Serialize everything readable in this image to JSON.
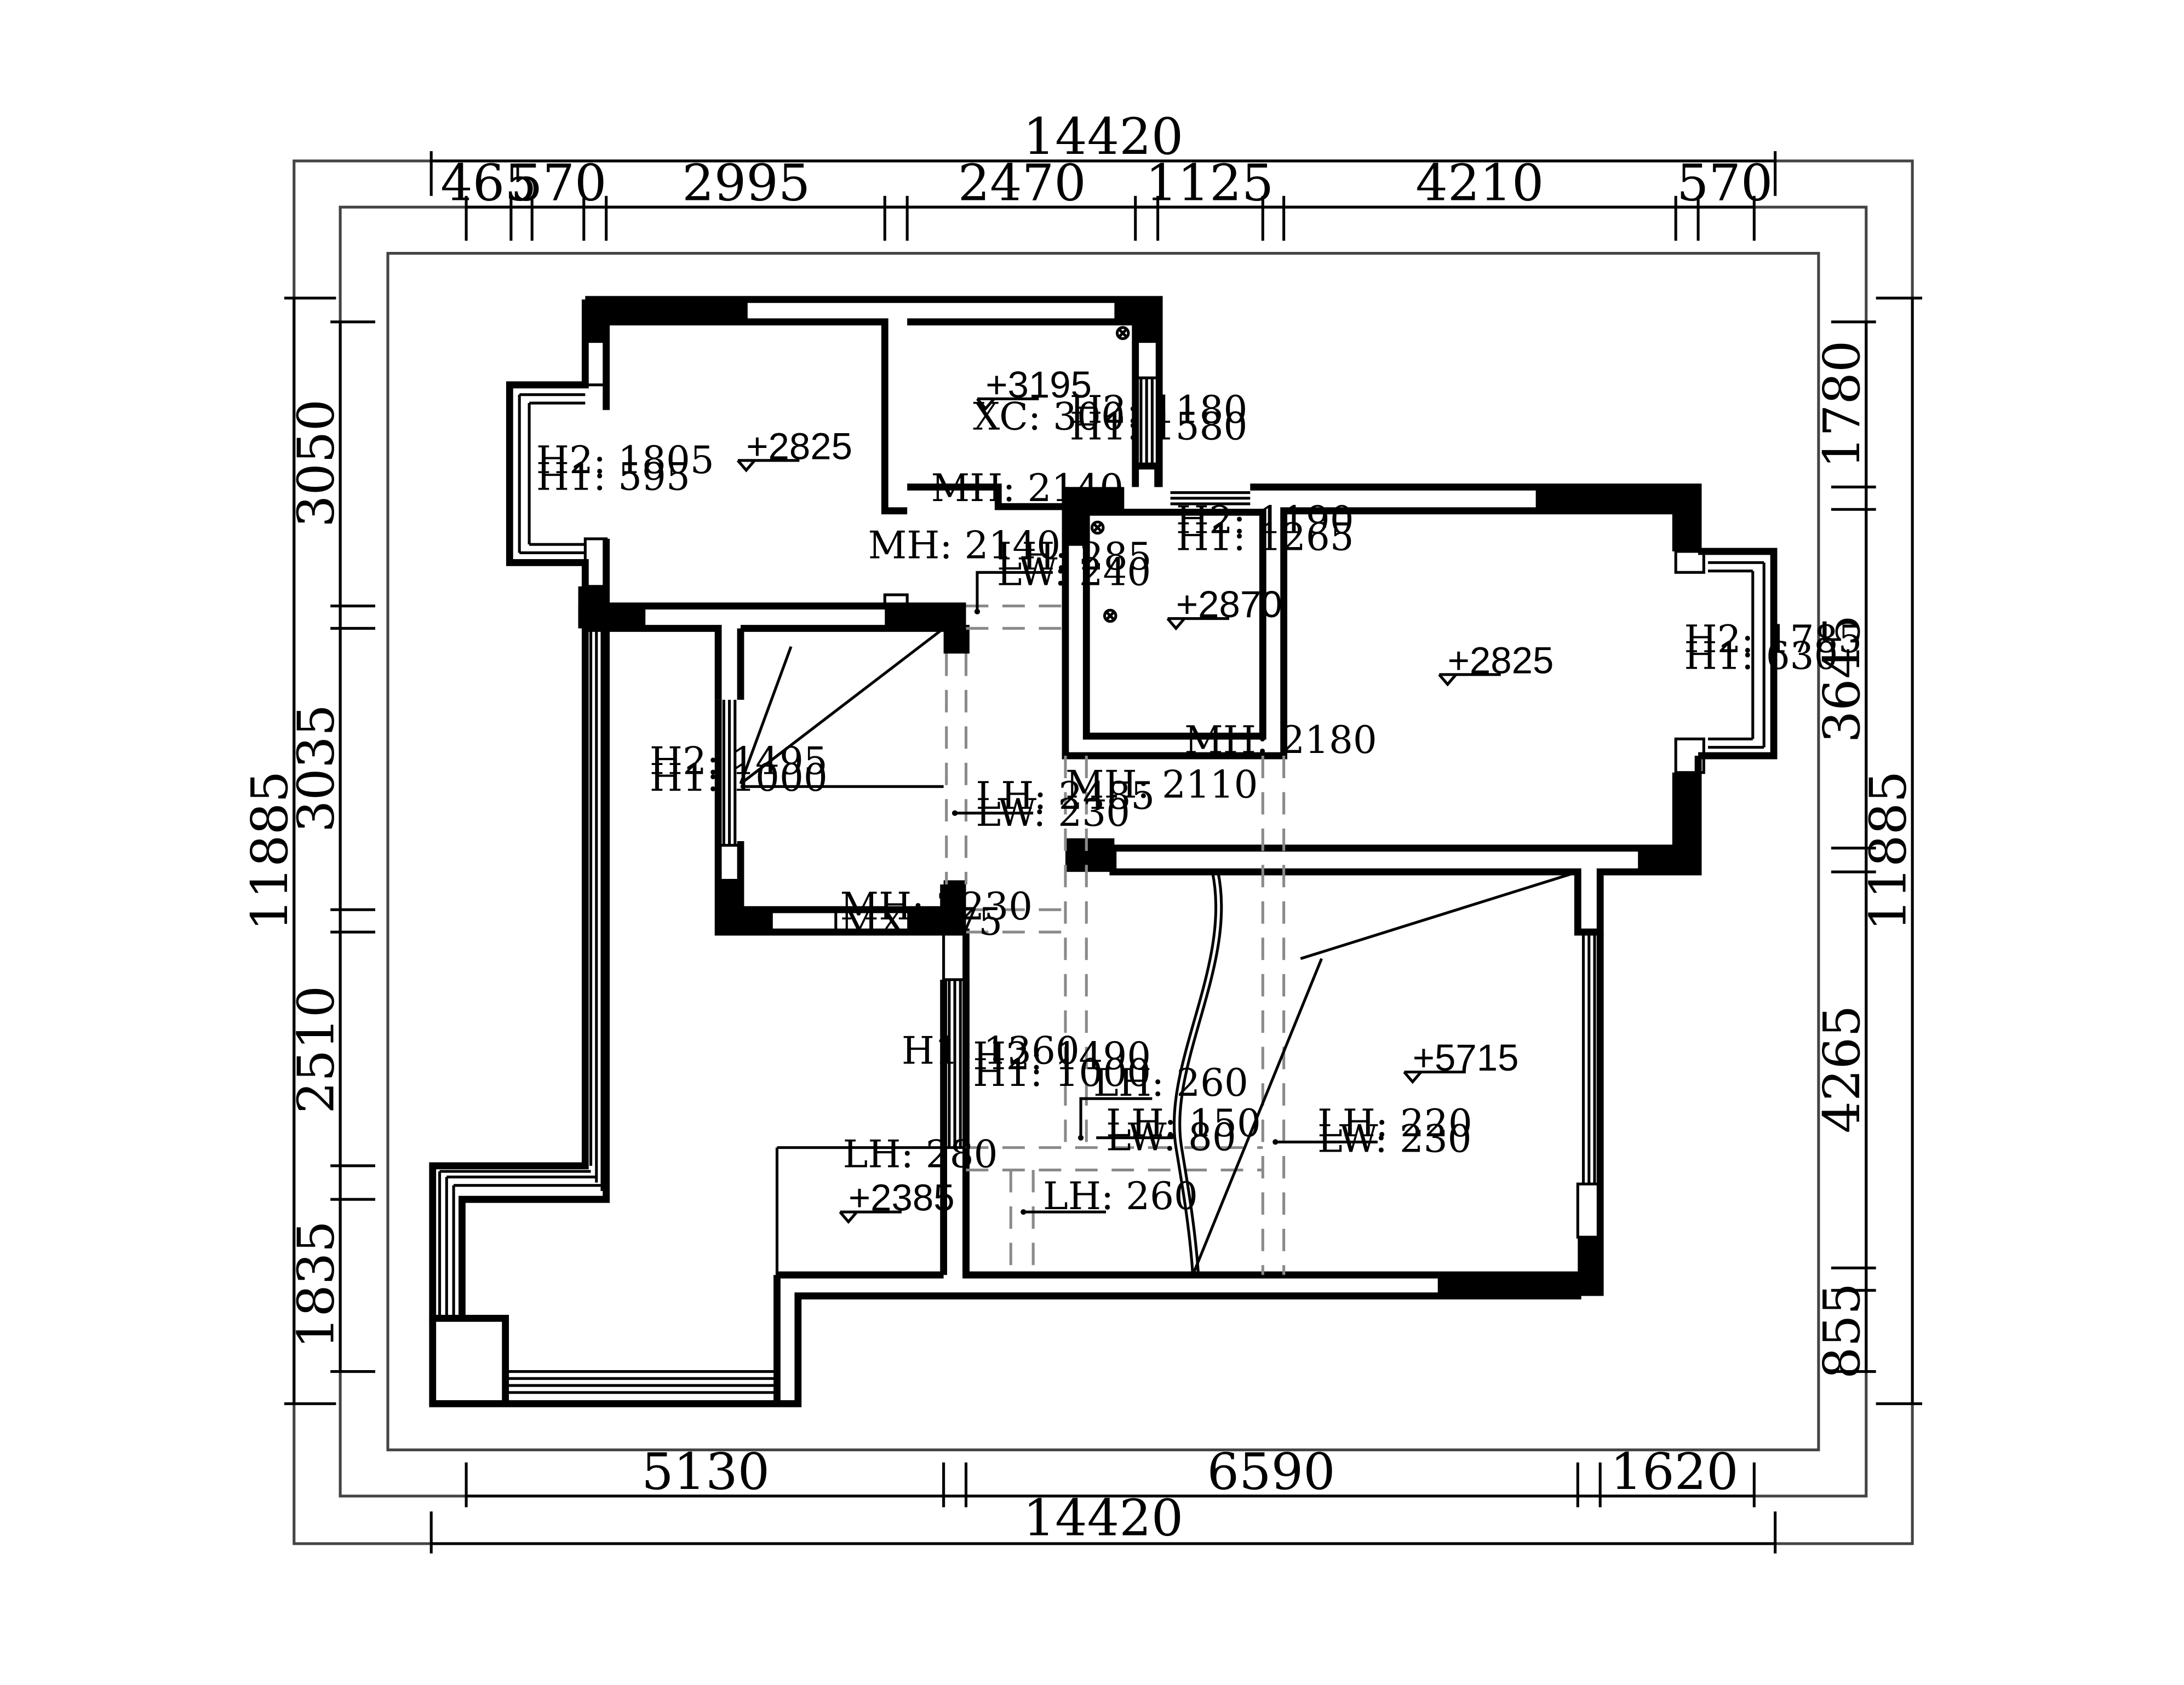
{
  "dims": {
    "top_total": "14420",
    "top_segs": [
      "465",
      "570",
      "2995",
      "2470",
      "1125",
      "4210",
      "570"
    ],
    "bottom_segs": [
      "5130",
      "6590",
      "1620"
    ],
    "bottom_total": "14420",
    "left_total": "11885",
    "left_segs": [
      "3050",
      "3035",
      "2510",
      "1835"
    ],
    "right_total": "11885",
    "right_segs": [
      "1780",
      "3645",
      "4265",
      "855"
    ]
  },
  "levels": {
    "bedroom_nw": "+2825",
    "room_n": "+3195",
    "bath": "+2870",
    "bedroom_e": "+2825",
    "living": "+5715",
    "balcony": "+2385"
  },
  "notes": {
    "xc": "XC: 300",
    "w_n_h2": "H2: 1180",
    "w_n_h1": "H1: 1580",
    "w_nw_h2": "H2: 1805",
    "w_nw_h1": "H1: 595",
    "mh_2140_a": "MH: 2140",
    "mh_2140_b": "MH: 2140",
    "lh_285": "LH: 285",
    "lw_240": "LW: 240",
    "w_bath_h2": "H2: 1190",
    "w_bath_h1": "H1: 1265",
    "w_e_h2": "H2: 1785",
    "w_e_h1": "H1: 630",
    "mh_2180": "MH: 2180",
    "mh_2110": "MH: 2110",
    "w_mid_h2": "H2: 1495",
    "w_mid_h1": "H1: 1000",
    "lh_2485": "LH: 2485",
    "lw_230": "LW: 230",
    "mh_2230": "MH: 2230",
    "mx_275": "MX: 275",
    "h1_1360": "H1: 1360",
    "w_s_h2": "H2: 1490",
    "w_s_h1": "H1: 1000",
    "lh_260_a": "LH: 260",
    "lh_150": "LH: 150",
    "lw_80": "LW: 80",
    "lh_220": "LH: 220",
    "lw_230_b": "LW: 230",
    "lh_280": "LH: 280",
    "lh_260_b": "LH: 260"
  }
}
